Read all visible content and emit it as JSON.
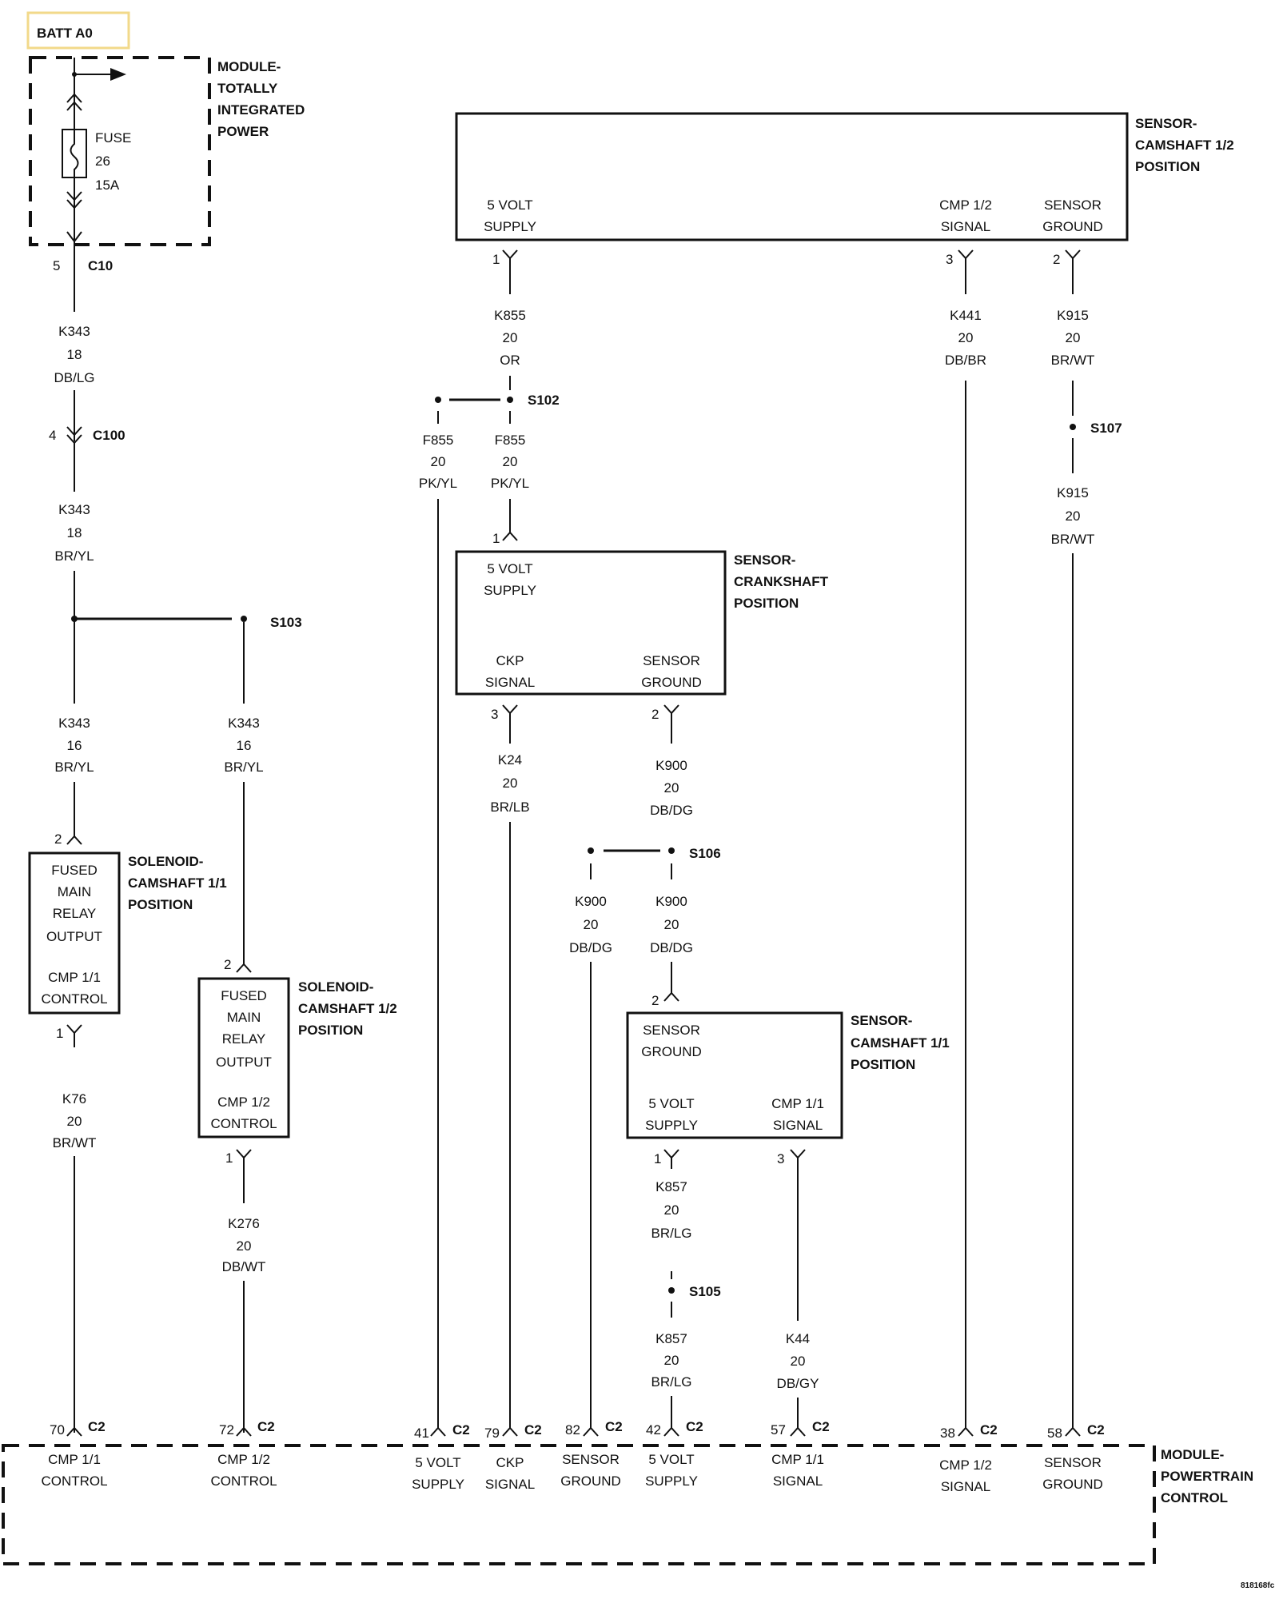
{
  "batt_label": "BATT A0",
  "modules": {
    "tipm": [
      "MODULE-",
      "TOTALLY",
      "INTEGRATED",
      "POWER"
    ],
    "pcm": [
      "MODULE-",
      "POWERTRAIN",
      "CONTROL"
    ]
  },
  "fuse": [
    "FUSE",
    "26",
    "15A"
  ],
  "components": {
    "cam12_sensor": {
      "title": [
        "SENSOR-",
        "CAMSHAFT 1/2",
        "POSITION"
      ],
      "pins": [
        [
          "5 VOLT",
          "SUPPLY"
        ],
        [
          "CMP 1/2",
          "SIGNAL"
        ],
        [
          "SENSOR",
          "GROUND"
        ]
      ]
    },
    "crank_sensor": {
      "title": [
        "SENSOR-",
        "CRANKSHAFT",
        "POSITION"
      ],
      "pins": [
        [
          "5 VOLT",
          "SUPPLY"
        ],
        [
          "CKP",
          "SIGNAL"
        ],
        [
          "SENSOR",
          "GROUND"
        ]
      ]
    },
    "cam11_sensor": {
      "title": [
        "SENSOR-",
        "CAMSHAFT 1/1",
        "POSITION"
      ],
      "pins": [
        [
          "SENSOR",
          "GROUND"
        ],
        [
          "5 VOLT",
          "SUPPLY"
        ],
        [
          "CMP 1/1",
          "SIGNAL"
        ]
      ]
    },
    "sol11": {
      "title": [
        "SOLENOID-",
        "CAMSHAFT 1/1",
        "POSITION"
      ],
      "body": [
        "FUSED",
        "MAIN",
        "RELAY",
        "OUTPUT",
        "CMP 1/1",
        "CONTROL"
      ]
    },
    "sol12": {
      "title": [
        "SOLENOID-",
        "CAMSHAFT 1/2",
        "POSITION"
      ],
      "body": [
        "FUSED",
        "MAIN",
        "RELAY",
        "OUTPUT",
        "CMP 1/2",
        "CONTROL"
      ]
    }
  },
  "wires": {
    "k343_a": [
      "K343",
      "18",
      "DB/LG"
    ],
    "k343_b": [
      "K343",
      "18",
      "BR/YL"
    ],
    "k343_c": [
      "K343",
      "16",
      "BR/YL"
    ],
    "k343_d": [
      "K343",
      "16",
      "BR/YL"
    ],
    "k76": [
      "K76",
      "20",
      "BR/WT"
    ],
    "k276": [
      "K276",
      "20",
      "DB/WT"
    ],
    "k855": [
      "K855",
      "20",
      "OR"
    ],
    "f855_a": [
      "F855",
      "20",
      "PK/YL"
    ],
    "f855_b": [
      "F855",
      "20",
      "PK/YL"
    ],
    "k24": [
      "K24",
      "20",
      "BR/LB"
    ],
    "k900_a": [
      "K900",
      "20",
      "DB/DG"
    ],
    "k900_b": [
      "K900",
      "20",
      "DB/DG"
    ],
    "k900_c": [
      "K900",
      "20",
      "DB/DG"
    ],
    "k857_a": [
      "K857",
      "20",
      "BR/LG"
    ],
    "k857_b": [
      "K857",
      "20",
      "BR/LG"
    ],
    "k44": [
      "K44",
      "20",
      "DB/GY"
    ],
    "k441": [
      "K441",
      "20",
      "DB/BR"
    ],
    "k915_a": [
      "K915",
      "20",
      "BR/WT"
    ],
    "k915_b": [
      "K915",
      "20",
      "BR/WT"
    ]
  },
  "splices": [
    "S102",
    "S103",
    "S105",
    "S106",
    "S107"
  ],
  "connectors": {
    "c10": {
      "pin": "5",
      "name": "C10"
    },
    "c100": {
      "pin": "4",
      "name": "C100"
    },
    "pins_misc": [
      "1",
      "3",
      "2",
      "1",
      "3",
      "2",
      "2",
      "1",
      "2",
      "1",
      "2",
      "1",
      "3"
    ]
  },
  "pcm_pins": [
    {
      "pin": "70",
      "conn": "C2",
      "label": [
        "CMP 1/1",
        "CONTROL"
      ]
    },
    {
      "pin": "72",
      "conn": "C2",
      "label": [
        "CMP 1/2",
        "CONTROL"
      ]
    },
    {
      "pin": "41",
      "conn": "C2",
      "label": [
        "5 VOLT",
        "SUPPLY"
      ]
    },
    {
      "pin": "79",
      "conn": "C2",
      "label": [
        "CKP",
        "SIGNAL"
      ]
    },
    {
      "pin": "82",
      "conn": "C2",
      "label": [
        "SENSOR",
        "GROUND"
      ]
    },
    {
      "pin": "42",
      "conn": "C2",
      "label": [
        "5 VOLT",
        "SUPPLY"
      ]
    },
    {
      "pin": "57",
      "conn": "C2",
      "label": [
        "CMP 1/1",
        "SIGNAL"
      ]
    },
    {
      "pin": "38",
      "conn": "C2",
      "label": [
        "CMP 1/2",
        "SIGNAL"
      ]
    },
    {
      "pin": "58",
      "conn": "C2",
      "label": [
        "SENSOR",
        "GROUND"
      ]
    }
  ],
  "figure_id": "818168fc",
  "colors": {
    "batt_box_border": "#f2d98a",
    "line": "#111111"
  }
}
